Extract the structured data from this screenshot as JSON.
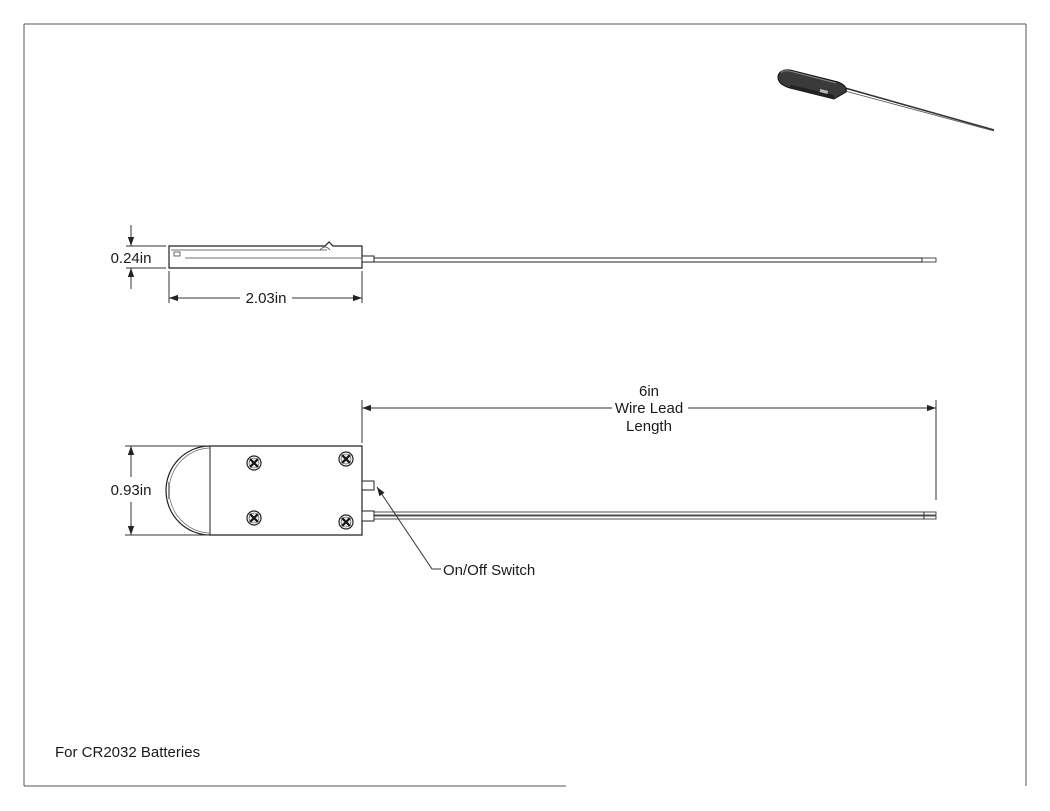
{
  "dimensions": {
    "height": "0.24in",
    "length": "2.03in",
    "width": "0.93in",
    "lead_value": "6in",
    "lead_line1": "Wire Lead",
    "lead_line2": "Length"
  },
  "callouts": {
    "switch": "On/Off Switch"
  },
  "notes": {
    "battery": "For CR2032 Batteries"
  }
}
